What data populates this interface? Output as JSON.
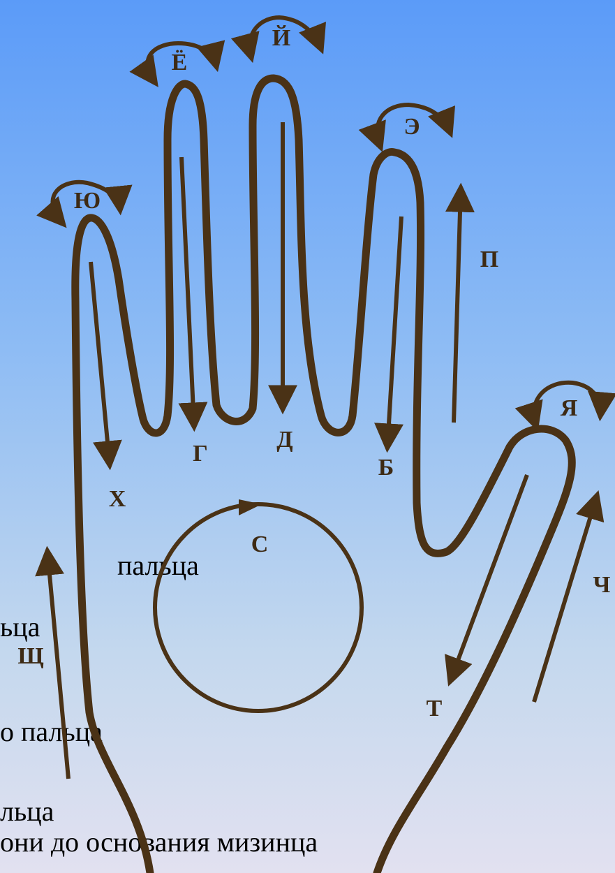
{
  "background_text": {
    "line1": "пальца",
    "line2": "ьца",
    "line3": "о пальца",
    "line4": "льца",
    "line5": "они до основания мизинца"
  },
  "labels": {
    "yu": "Ю",
    "yo": "Ё",
    "iy": "Й",
    "e": "Э",
    "ya": "Я",
    "kh": "Х",
    "g": "Г",
    "d": "Д",
    "b": "Б",
    "p": "П",
    "s": "С",
    "shch": "Щ",
    "t": "Т",
    "ch": "Ч"
  },
  "colors": {
    "stroke": "#4a3216",
    "label": "#3d2a14"
  }
}
